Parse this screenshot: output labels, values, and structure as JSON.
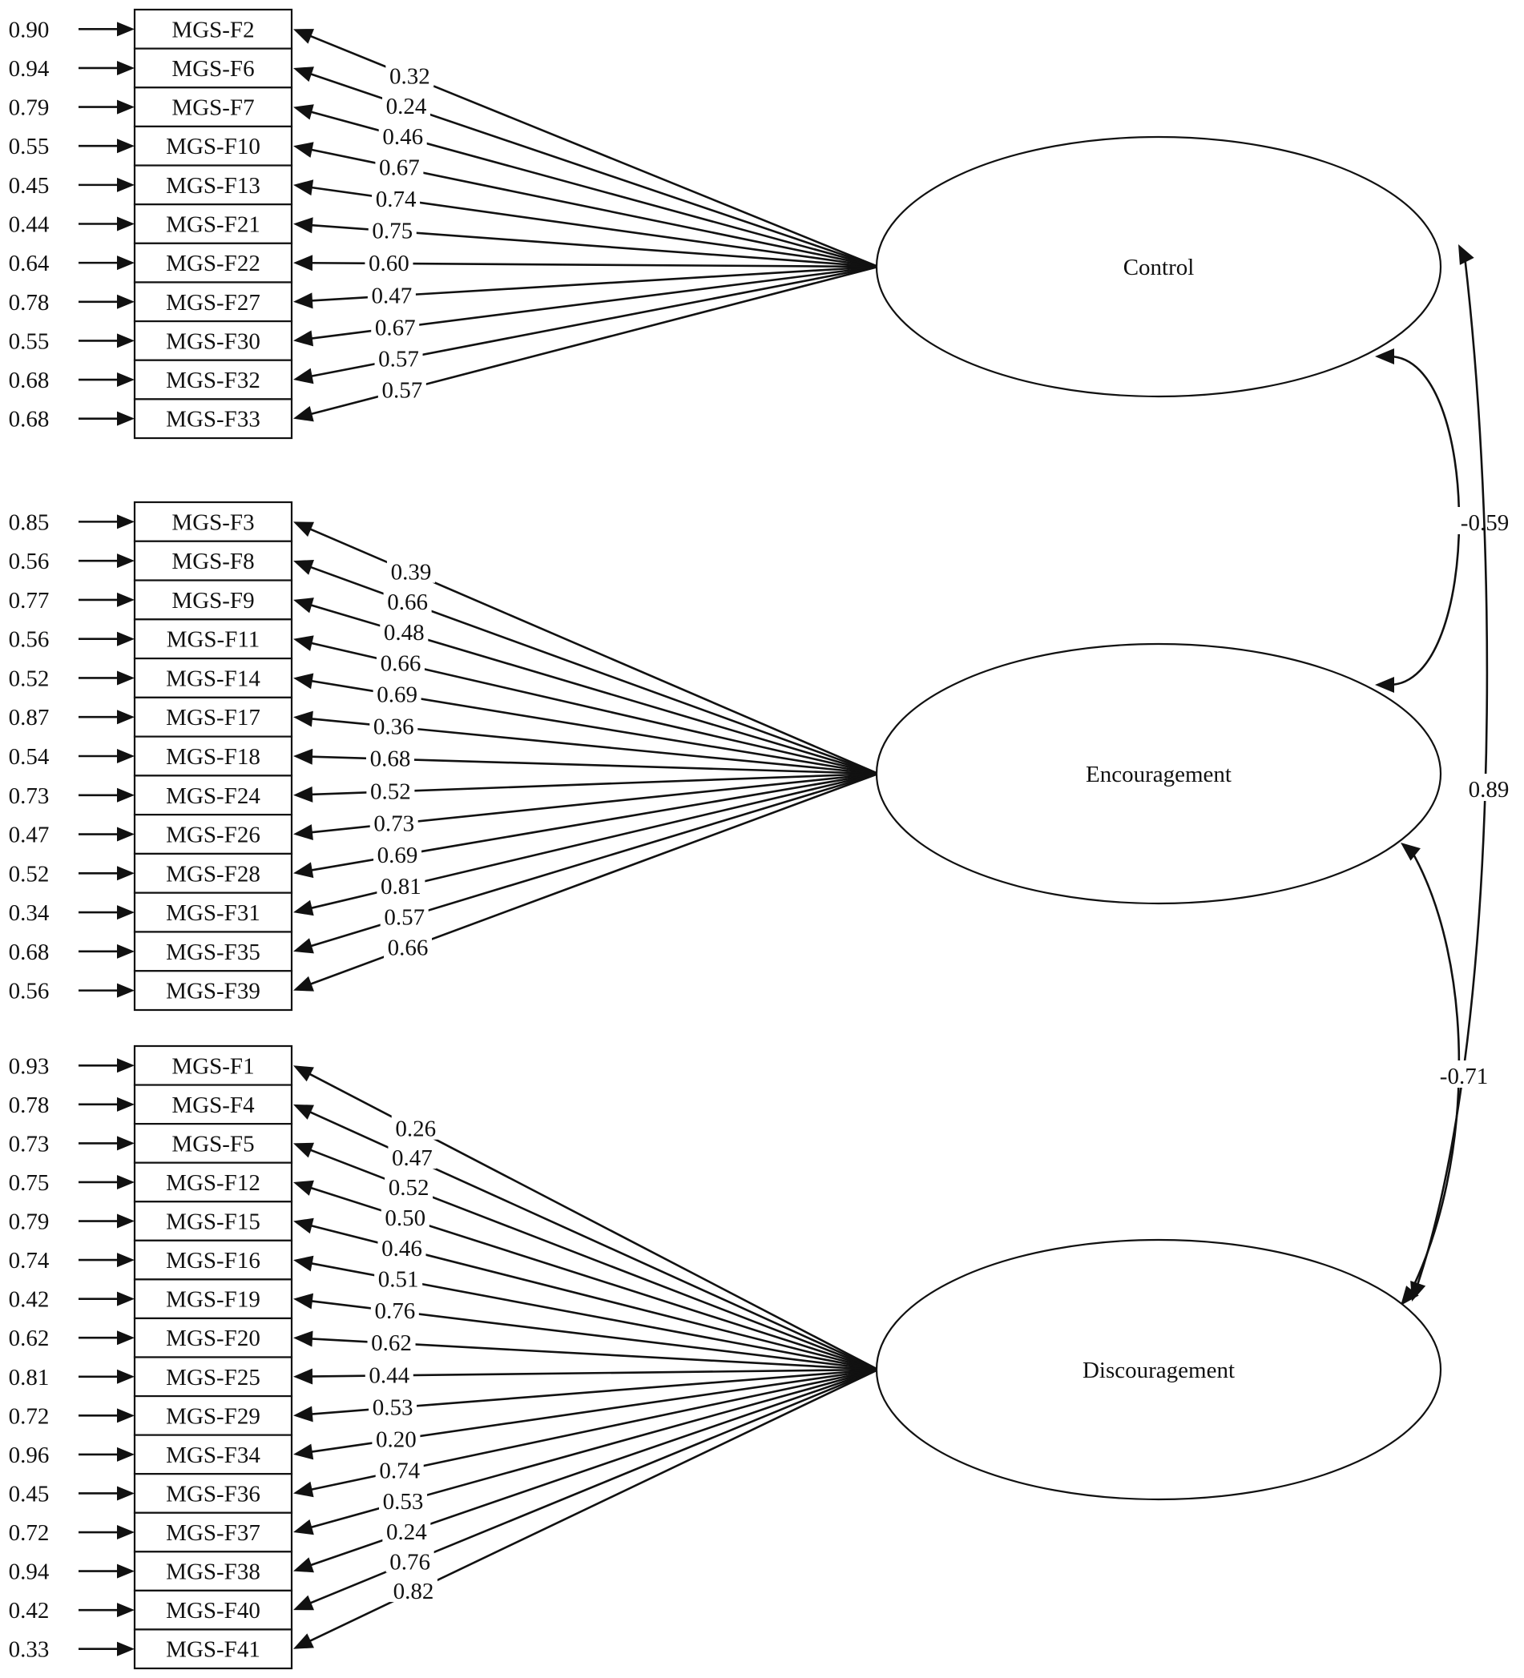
{
  "factors": [
    {
      "id": "control",
      "label": "Control",
      "items": [
        {
          "label": "MGS-F2",
          "error": "0.90",
          "loading": "0.32"
        },
        {
          "label": "MGS-F6",
          "error": "0.94",
          "loading": "0.24"
        },
        {
          "label": "MGS-F7",
          "error": "0.79",
          "loading": "0.46"
        },
        {
          "label": "MGS-F10",
          "error": "0.55",
          "loading": "0.67"
        },
        {
          "label": "MGS-F13",
          "error": "0.45",
          "loading": "0.74"
        },
        {
          "label": "MGS-F21",
          "error": "0.44",
          "loading": "0.75"
        },
        {
          "label": "MGS-F22",
          "error": "0.64",
          "loading": "0.60"
        },
        {
          "label": "MGS-F27",
          "error": "0.78",
          "loading": "0.47"
        },
        {
          "label": "MGS-F30",
          "error": "0.55",
          "loading": "0.67"
        },
        {
          "label": "MGS-F32",
          "error": "0.68",
          "loading": "0.57"
        },
        {
          "label": "MGS-F33",
          "error": "0.68",
          "loading": "0.57"
        }
      ]
    },
    {
      "id": "encouragement",
      "label": "Encouragement",
      "items": [
        {
          "label": "MGS-F3",
          "error": "0.85",
          "loading": "0.39"
        },
        {
          "label": "MGS-F8",
          "error": "0.56",
          "loading": "0.66"
        },
        {
          "label": "MGS-F9",
          "error": "0.77",
          "loading": "0.48"
        },
        {
          "label": "MGS-F11",
          "error": "0.56",
          "loading": "0.66"
        },
        {
          "label": "MGS-F14",
          "error": "0.52",
          "loading": "0.69"
        },
        {
          "label": "MGS-F17",
          "error": "0.87",
          "loading": "0.36"
        },
        {
          "label": "MGS-F18",
          "error": "0.54",
          "loading": "0.68"
        },
        {
          "label": "MGS-F24",
          "error": "0.73",
          "loading": "0.52"
        },
        {
          "label": "MGS-F26",
          "error": "0.47",
          "loading": "0.73"
        },
        {
          "label": "MGS-F28",
          "error": "0.52",
          "loading": "0.69"
        },
        {
          "label": "MGS-F31",
          "error": "0.34",
          "loading": "0.81"
        },
        {
          "label": "MGS-F35",
          "error": "0.68",
          "loading": "0.57"
        },
        {
          "label": "MGS-F39",
          "error": "0.56",
          "loading": "0.66"
        }
      ]
    },
    {
      "id": "discouragement",
      "label": "Discouragement",
      "items": [
        {
          "label": "MGS-F1",
          "error": "0.93",
          "loading": "0.26"
        },
        {
          "label": "MGS-F4",
          "error": "0.78",
          "loading": "0.47"
        },
        {
          "label": "MGS-F5",
          "error": "0.73",
          "loading": "0.52"
        },
        {
          "label": "MGS-F12",
          "error": "0.75",
          "loading": "0.50"
        },
        {
          "label": "MGS-F15",
          "error": "0.79",
          "loading": "0.46"
        },
        {
          "label": "MGS-F16",
          "error": "0.74",
          "loading": "0.51"
        },
        {
          "label": "MGS-F19",
          "error": "0.42",
          "loading": "0.76"
        },
        {
          "label": "MGS-F20",
          "error": "0.62",
          "loading": "0.62"
        },
        {
          "label": "MGS-F25",
          "error": "0.81",
          "loading": "0.44"
        },
        {
          "label": "MGS-F29",
          "error": "0.72",
          "loading": "0.53"
        },
        {
          "label": "MGS-F34",
          "error": "0.96",
          "loading": "0.20"
        },
        {
          "label": "MGS-F36",
          "error": "0.45",
          "loading": "0.74"
        },
        {
          "label": "MGS-F37",
          "error": "0.72",
          "loading": "0.53"
        },
        {
          "label": "MGS-F38",
          "error": "0.94",
          "loading": "0.24"
        },
        {
          "label": "MGS-F40",
          "error": "0.42",
          "loading": "0.76"
        },
        {
          "label": "MGS-F41",
          "error": "0.33",
          "loading": "0.82"
        }
      ]
    }
  ],
  "correlations": [
    {
      "from": "control",
      "to": "encouragement",
      "value": "-0.59"
    },
    {
      "from": "control",
      "to": "discouragement",
      "value": "0.89"
    },
    {
      "from": "encouragement",
      "to": "discouragement",
      "value": "-0.71"
    }
  ]
}
